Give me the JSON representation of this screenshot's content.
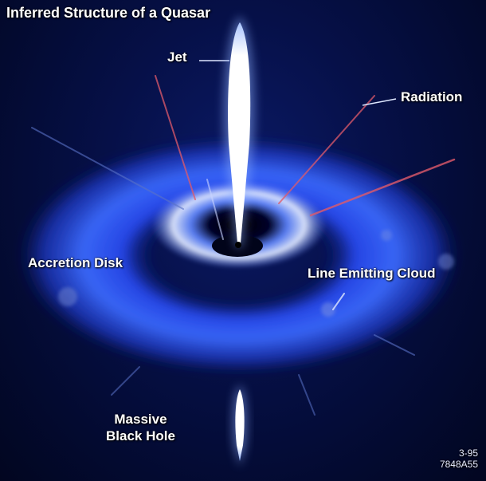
{
  "title": "Inferred Structure of a Quasar",
  "labels": {
    "jet": "Jet",
    "radiation": "Radiation",
    "accretion_disk": "Accretion Disk",
    "line_emitting_cloud": "Line Emitting Cloud",
    "massive_black_hole_line1": "Massive",
    "massive_black_hole_line2": "Black Hole"
  },
  "figure_code": {
    "date": "3-95",
    "id": "7848A55"
  },
  "colors": {
    "background": "#040c3a",
    "disk": "#3a63ff",
    "jet": "#ffffff",
    "radiation_rays": "#e05a6a"
  }
}
